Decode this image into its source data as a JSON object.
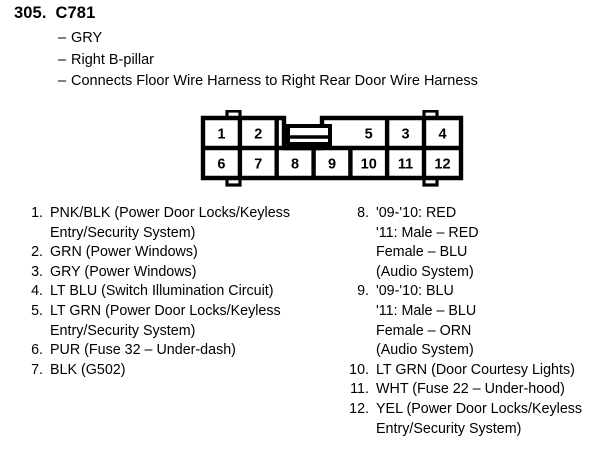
{
  "header": {
    "number": "305.",
    "code": "C781",
    "details": [
      "GRY",
      "Right B-pillar",
      "Connects Floor Wire Harness to Right Rear Door Wire Harness"
    ],
    "dash": "–"
  },
  "connector": {
    "name": "12-pin-connector-diagram",
    "top_row": [
      "1",
      "2",
      "",
      "",
      "3",
      "4",
      "5"
    ],
    "bottom_row": [
      "6",
      "7",
      "8",
      "9",
      "10",
      "11",
      "12"
    ],
    "keyed_slot_label": "",
    "line_color": "#000000",
    "fill_color": "#ffffff"
  },
  "pins": {
    "left": [
      {
        "num": "1.",
        "lines": [
          "PNK/BLK (Power Door Locks/Keyless",
          "Entry/Security System)"
        ]
      },
      {
        "num": "2.",
        "lines": [
          "GRN (Power Windows)"
        ]
      },
      {
        "num": "3.",
        "lines": [
          "GRY (Power Windows)"
        ]
      },
      {
        "num": "4.",
        "lines": [
          "LT BLU (Switch Illumination Circuit)"
        ]
      },
      {
        "num": "5.",
        "lines": [
          "LT GRN (Power Door Locks/Keyless",
          "Entry/Security System)"
        ]
      },
      {
        "num": "6.",
        "lines": [
          "PUR (Fuse 32 – Under-dash)"
        ]
      },
      {
        "num": "7.",
        "lines": [
          "BLK (G502)"
        ]
      }
    ],
    "right": [
      {
        "num": "8.",
        "lines": [
          "'09-'10: RED",
          "'11: Male – RED",
          "Female – BLU",
          "(Audio System)"
        ]
      },
      {
        "num": "9.",
        "lines": [
          "'09-'10: BLU",
          "'11: Male – BLU",
          "Female – ORN",
          "(Audio System)"
        ]
      },
      {
        "num": "10.",
        "lines": [
          "LT GRN (Door Courtesy Lights)"
        ]
      },
      {
        "num": "11.",
        "lines": [
          "WHT (Fuse 22 – Under-hood)"
        ]
      },
      {
        "num": "12.",
        "lines": [
          "YEL (Power Door Locks/Keyless",
          "Entry/Security System)"
        ]
      }
    ]
  }
}
